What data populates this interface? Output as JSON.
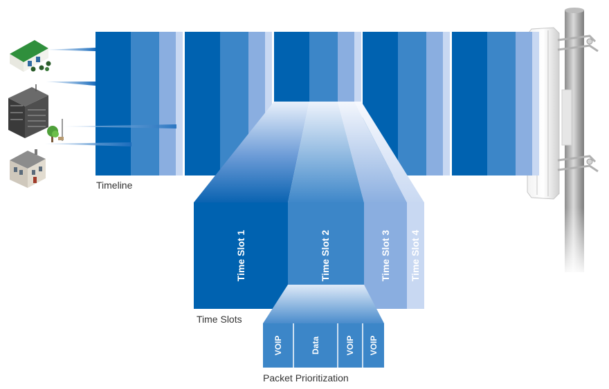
{
  "labels": {
    "timeline": "Timeline",
    "time_slots": "Time Slots",
    "packet_prioritization": "Packet Prioritization"
  },
  "time_slots": [
    "Time Slot 1",
    "Time Slot 2",
    "Time Slot 3",
    "Time Slot 4"
  ],
  "packets": [
    "VOIP",
    "Data",
    "VOIP",
    "VOIP"
  ],
  "colors": {
    "slot1": "#0062b0",
    "slot2": "#3c86c8",
    "slot3": "#8aaee0",
    "slot4": "#c8d8f2",
    "link": "#1a6cbc",
    "pole": "#a8a8a8"
  }
}
